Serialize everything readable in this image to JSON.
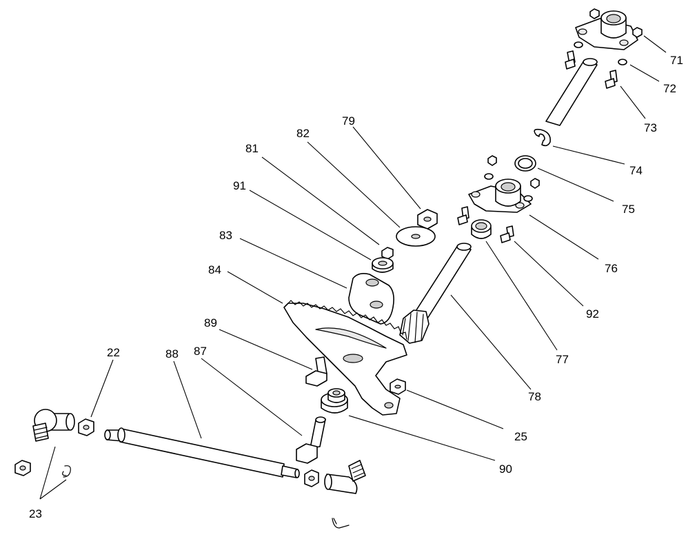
{
  "labels": {
    "l71": "71",
    "l72": "72",
    "l73": "73",
    "l74": "74",
    "l75": "75",
    "l76": "76",
    "l77": "77",
    "l78": "78",
    "l79": "79",
    "l81": "81",
    "l82": "82",
    "l83": "83",
    "l84": "84",
    "l89": "89",
    "l91": "91",
    "l92": "92",
    "l22": "22",
    "l88": "88",
    "l87": "87",
    "l25": "25",
    "l90": "90",
    "l23": "23"
  }
}
